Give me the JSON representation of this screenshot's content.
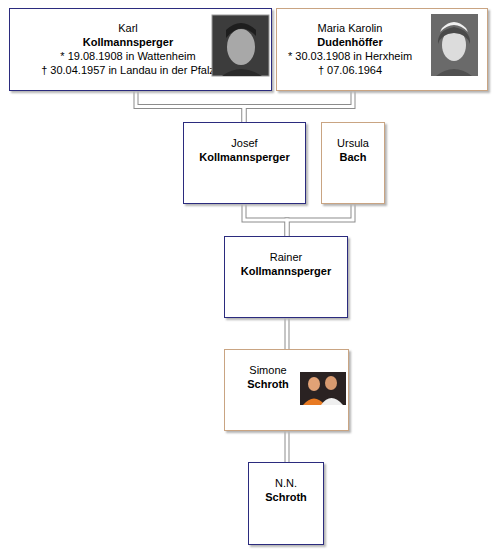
{
  "diagram": {
    "nodes": [
      {
        "text": [
          "Karl",
          "Kollmannsperger",
          "* 19.08.1908 in Wattenheim",
          "† 30.04.1957 in Landau in der Pfalz"
        ]
      },
      {
        "text": [
          "Maria Karolin",
          "Dudenhöffer",
          "* 30.03.1908 in Herxheim",
          "† 07.06.1964"
        ]
      },
      {
        "text": [
          "Josef",
          "Kollmannsperger"
        ]
      },
      {
        "text": [
          "Ursula",
          "Bach"
        ]
      },
      {
        "text": [
          "Rainer",
          "Kollmannsperger"
        ]
      },
      {
        "text": [
          "Simone",
          "Schroth"
        ]
      },
      {
        "text": [
          "N.N.",
          "Schroth"
        ]
      }
    ],
    "edges": [
      {
        "from": 0,
        "to": 2,
        "arrow": "none"
      },
      {
        "from": 1,
        "to": 2,
        "arrow": "none"
      },
      {
        "from": 2,
        "to": 4,
        "arrow": "none"
      },
      {
        "from": 3,
        "to": 4,
        "arrow": "none"
      },
      {
        "from": 4,
        "to": 5,
        "arrow": "none"
      },
      {
        "from": 5,
        "to": 6,
        "arrow": "none"
      }
    ]
  }
}
